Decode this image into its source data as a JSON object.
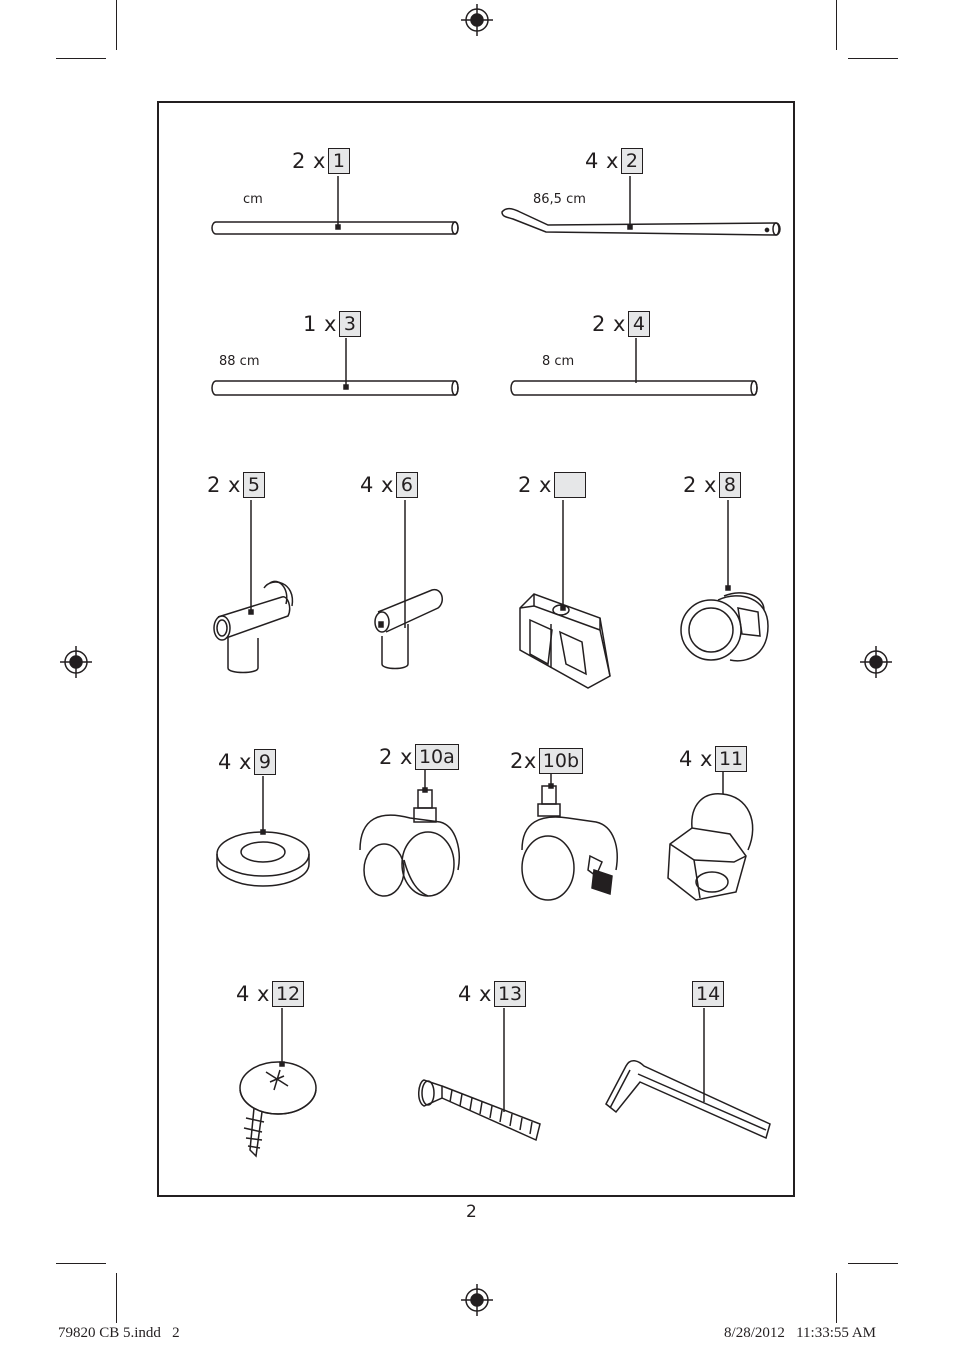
{
  "page": {
    "number": "2"
  },
  "slug": {
    "file": "79820 CB 5.indd   2",
    "timestamp": "8/28/2012   11:33:55 AM"
  },
  "parts": [
    {
      "qty": "2 x",
      "num": "1",
      "dimension": "cm"
    },
    {
      "qty": "4 x",
      "num": "2",
      "dimension": "86,5 cm"
    },
    {
      "qty": "1 x",
      "num": "3",
      "dimension": "88 cm"
    },
    {
      "qty": "2 x",
      "num": "4",
      "dimension": "8 cm"
    },
    {
      "qty": "2 x",
      "num": "5"
    },
    {
      "qty": "4 x",
      "num": "6"
    },
    {
      "qty": "2 x",
      "num": ""
    },
    {
      "qty": "2 x",
      "num": "8"
    },
    {
      "qty": "4 x",
      "num": "9"
    },
    {
      "qty": "2 x",
      "num": "10a"
    },
    {
      "qty": "2x",
      "num": "10b"
    },
    {
      "qty": "4 x",
      "num": "11"
    },
    {
      "qty": "4 x",
      "num": "12"
    },
    {
      "qty": "4 x",
      "num": "13"
    },
    {
      "qty": "",
      "num": "14"
    }
  ],
  "colors": {
    "ink": "#231f20",
    "label_fill": "#e6e7e8"
  }
}
